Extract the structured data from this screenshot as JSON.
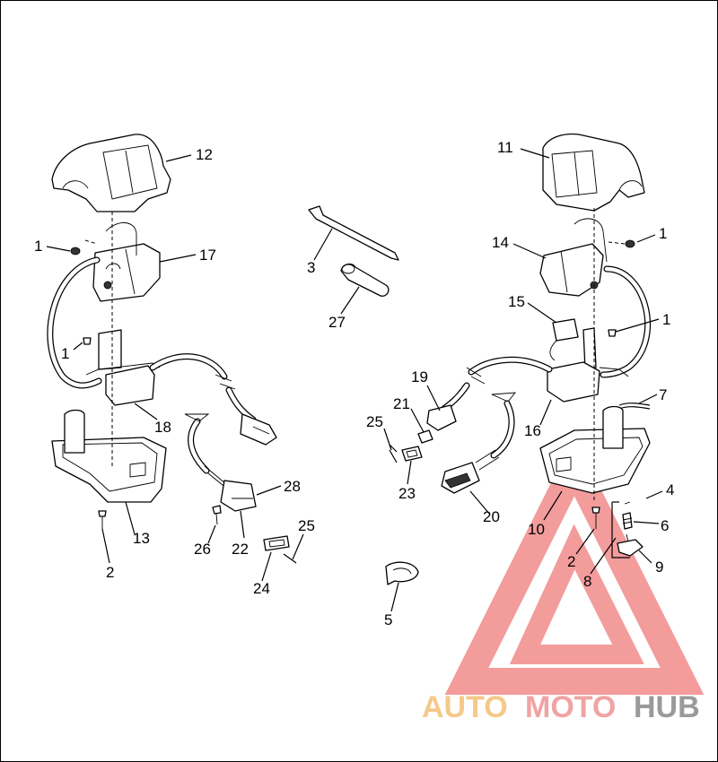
{
  "labels": {
    "l1a": "1",
    "l1b": "1",
    "l1c": "1",
    "l1d": "1",
    "l2a": "2",
    "l2b": "2",
    "l3": "3",
    "l4": "4",
    "l5": "5",
    "l6": "6",
    "l7": "7",
    "l8": "8",
    "l9": "9",
    "l10": "10",
    "l11": "11",
    "l12": "12",
    "l13": "13",
    "l14": "14",
    "l15": "15",
    "l16": "16",
    "l17": "17",
    "l18": "18",
    "l19": "19",
    "l20": "20",
    "l21": "21",
    "l22": "22",
    "l23": "23",
    "l24": "24",
    "l25a": "25",
    "l25b": "25",
    "l26": "26",
    "l27": "27",
    "l28": "28"
  },
  "watermark": {
    "auto": "AUTO",
    "moto": "MOTO",
    "hub": "HUB",
    "colors": {
      "auto": "#f5c98a",
      "moto": "#f0a3a3",
      "hub": "#9a9a9a",
      "triangle": "#f28b8b"
    }
  }
}
